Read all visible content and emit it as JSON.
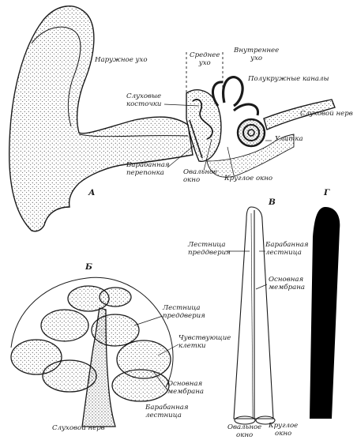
{
  "labels": {
    "outer_ear": "Наружное ухо",
    "middle_ear": "Среднее\nухо",
    "inner_ear": "Внутреннее\nухо",
    "semicircular_canals": "Полукружные каналы",
    "ossicles": "Слуховые\nкосточки",
    "auditory_nerve_a": "Слуховой нерв",
    "cochlea": "Улитка",
    "eardrum": "Барабанная\nперепонка",
    "oval_window_a": "Овальное\nокно",
    "round_window_a": "Круглое окно",
    "panel_a": "А",
    "panel_b": "Б",
    "panel_v": "В",
    "panel_g": "Г",
    "scala_vestibuli_b": "Лестница\nпреддверия",
    "sensory_cells": "Чувствующие\nклетки",
    "basilar_membrane_b": "Основная\nмембрана",
    "scala_tympani_b": "Барабанная\nлестница",
    "auditory_nerve_b": "Слуховой нерв",
    "scala_vestibuli_v": "Лестница\nпреддверия",
    "scala_tympani_v": "Барабанная\nлестница",
    "basilar_membrane_v": "Основная\nмембрана",
    "oval_window_v": "Овальное\nокно",
    "round_window_v": "Круглое\nокно"
  },
  "colors": {
    "ink": "#1a1a1a",
    "fill": "#000000",
    "paper": "#ffffff"
  }
}
